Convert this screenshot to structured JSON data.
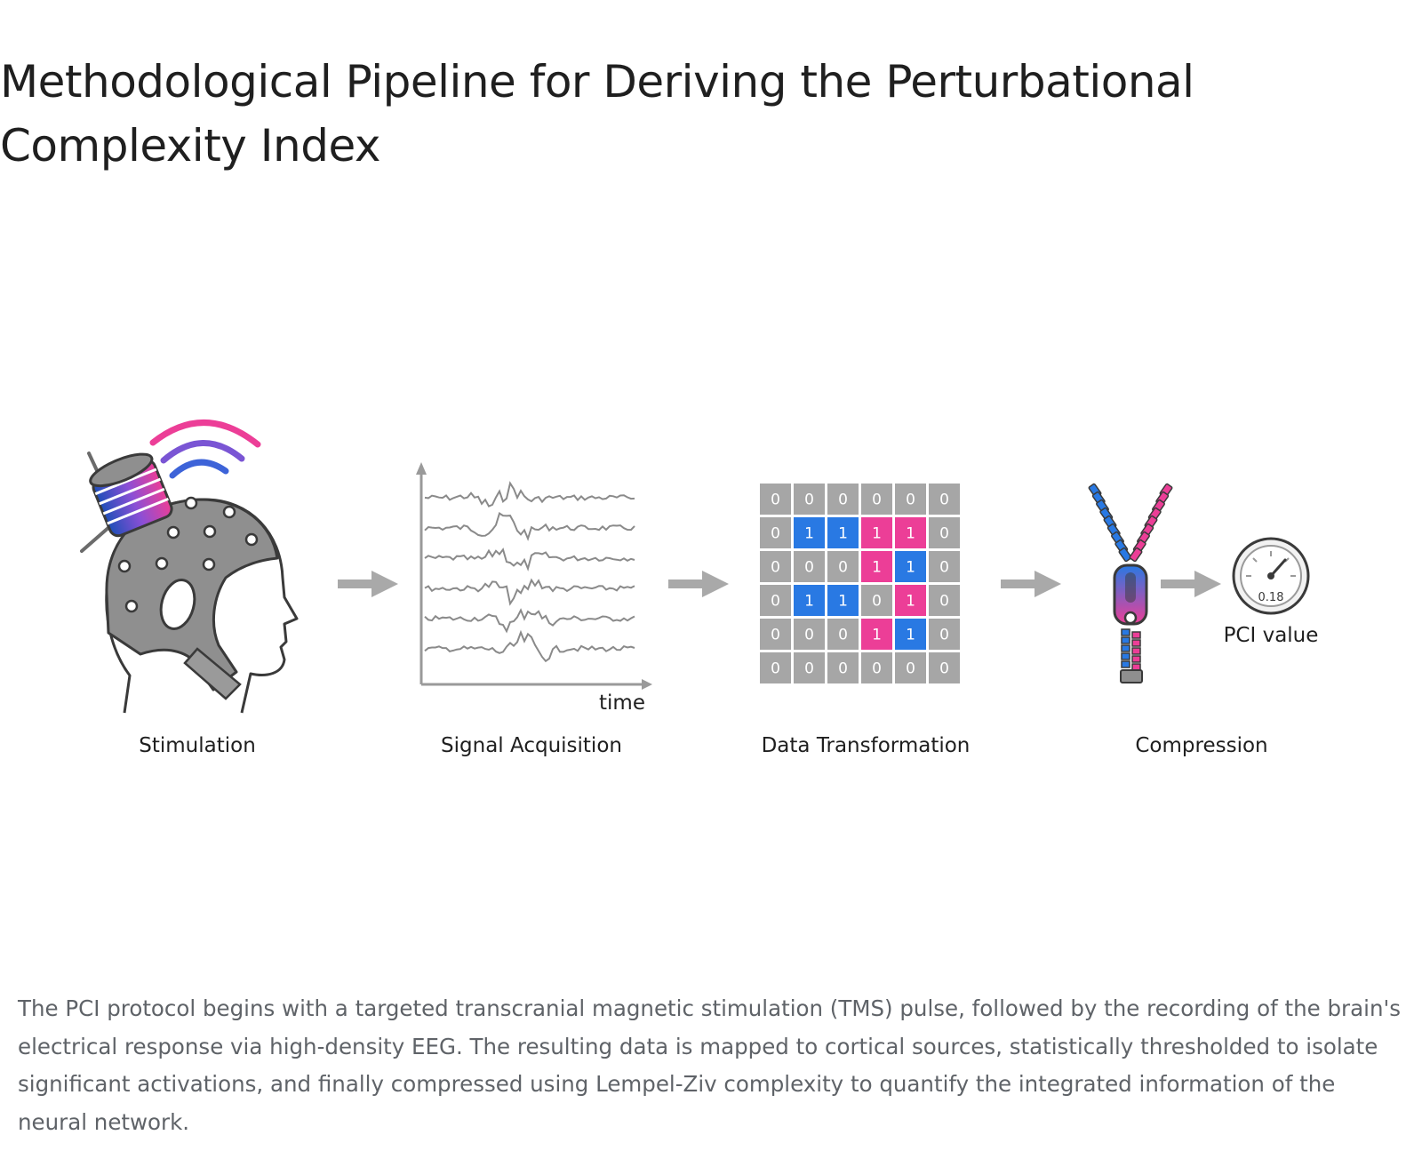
{
  "title": "Methodological Pipeline for Deriving the Perturbational Complexity Index",
  "stages": [
    {
      "label": "Stimulation"
    },
    {
      "label": "Signal Acquisition"
    },
    {
      "label": "Data Transformation"
    },
    {
      "label": "Compression"
    }
  ],
  "signal": {
    "axis_label": "time"
  },
  "matrix": [
    [
      0,
      0,
      0,
      0,
      0,
      0
    ],
    [
      0,
      1,
      1,
      1,
      1,
      0
    ],
    [
      0,
      0,
      0,
      1,
      1,
      0
    ],
    [
      0,
      1,
      1,
      0,
      1,
      0
    ],
    [
      0,
      0,
      0,
      1,
      1,
      0
    ],
    [
      0,
      0,
      0,
      0,
      0,
      0
    ]
  ],
  "matrix_colors": [
    [
      "g",
      "g",
      "g",
      "g",
      "g",
      "g"
    ],
    [
      "g",
      "b",
      "b",
      "p",
      "p",
      "g"
    ],
    [
      "g",
      "g",
      "g",
      "p",
      "b",
      "g"
    ],
    [
      "g",
      "b",
      "b",
      "g",
      "p",
      "g"
    ],
    [
      "g",
      "g",
      "g",
      "p",
      "b",
      "g"
    ],
    [
      "g",
      "g",
      "g",
      "g",
      "g",
      "g"
    ]
  ],
  "gauge": {
    "value": "0.18",
    "label": "PCI value"
  },
  "colors": {
    "blue": "#2979e3",
    "pink": "#ec3e97",
    "gray": "#a6a6a6",
    "arrow": "#a9a9a9",
    "outline": "#3a3a3a"
  },
  "caption": "The PCI protocol begins with a targeted transcranial magnetic stimulation (TMS) pulse, followed by the recording of the brain's electrical response via high-density EEG. The resulting data is mapped to cortical sources, statistically thresholded to isolate significant activations, and finally compressed using Lempel-Ziv complexity to quantify the integrated information of the neural network."
}
